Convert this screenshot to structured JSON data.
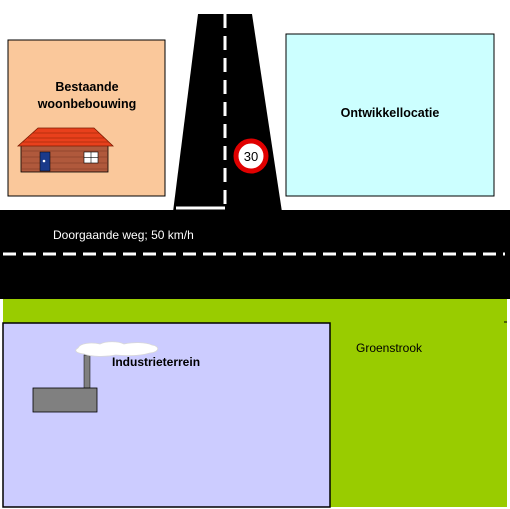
{
  "labels": {
    "existing_housing": "Bestaande woonbebouwing",
    "development_site": "Ontwikkellocatie",
    "through_road": "Doorgaande weg; 50 km/h",
    "industrial_area": "Industrieterrein",
    "green_strip": "Groenstrook",
    "speed_sign": "30"
  },
  "colors": {
    "housing_area": "#fac89b",
    "development_area": "#ccffff",
    "road": "#000000",
    "road_marking": "#ffffff",
    "green_strip": "#99cc00",
    "industrial_area": "#ccccff",
    "house_roof": "#e8401c",
    "house_wall": "#b0593c",
    "house_door": "#1a3a8a",
    "factory": "#808080",
    "smoke": "#ffffff",
    "sign_border": "#e00000"
  }
}
